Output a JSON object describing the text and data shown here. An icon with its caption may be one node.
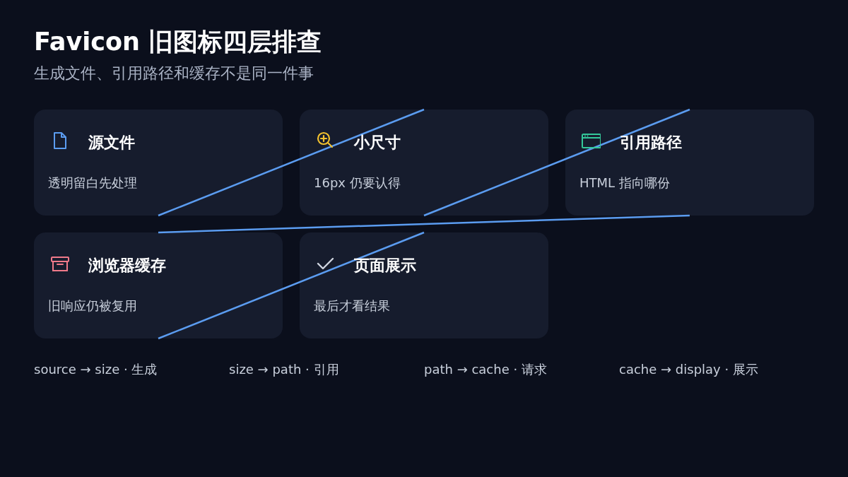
{
  "diagram": {
    "title": "Favicon 旧图标四层排查",
    "caption": "生成文件、引用路径和缓存不是同一件事",
    "nodes": [
      {
        "text": [
          "源文件",
          "透明留白先处理"
        ]
      },
      {
        "text": [
          "小尺寸",
          "16px 仍要认得"
        ]
      },
      {
        "text": [
          "引用路径",
          "HTML 指向哪份"
        ]
      },
      {
        "text": [
          "浏览器缓存",
          "旧响应仍被复用"
        ]
      },
      {
        "text": [
          "页面展示",
          "最后才看结果"
        ]
      }
    ],
    "edges": [
      {
        "from": 0,
        "to": 1,
        "arrow": "none"
      },
      {
        "from": 1,
        "to": 2,
        "arrow": "none"
      },
      {
        "from": 2,
        "to": 3,
        "arrow": "none"
      },
      {
        "from": 3,
        "to": 4,
        "arrow": "none"
      }
    ],
    "labels": [
      "source → size · 生成",
      "size → path · 引用",
      "path → cache · 请求",
      "cache → display · 展示"
    ]
  }
}
